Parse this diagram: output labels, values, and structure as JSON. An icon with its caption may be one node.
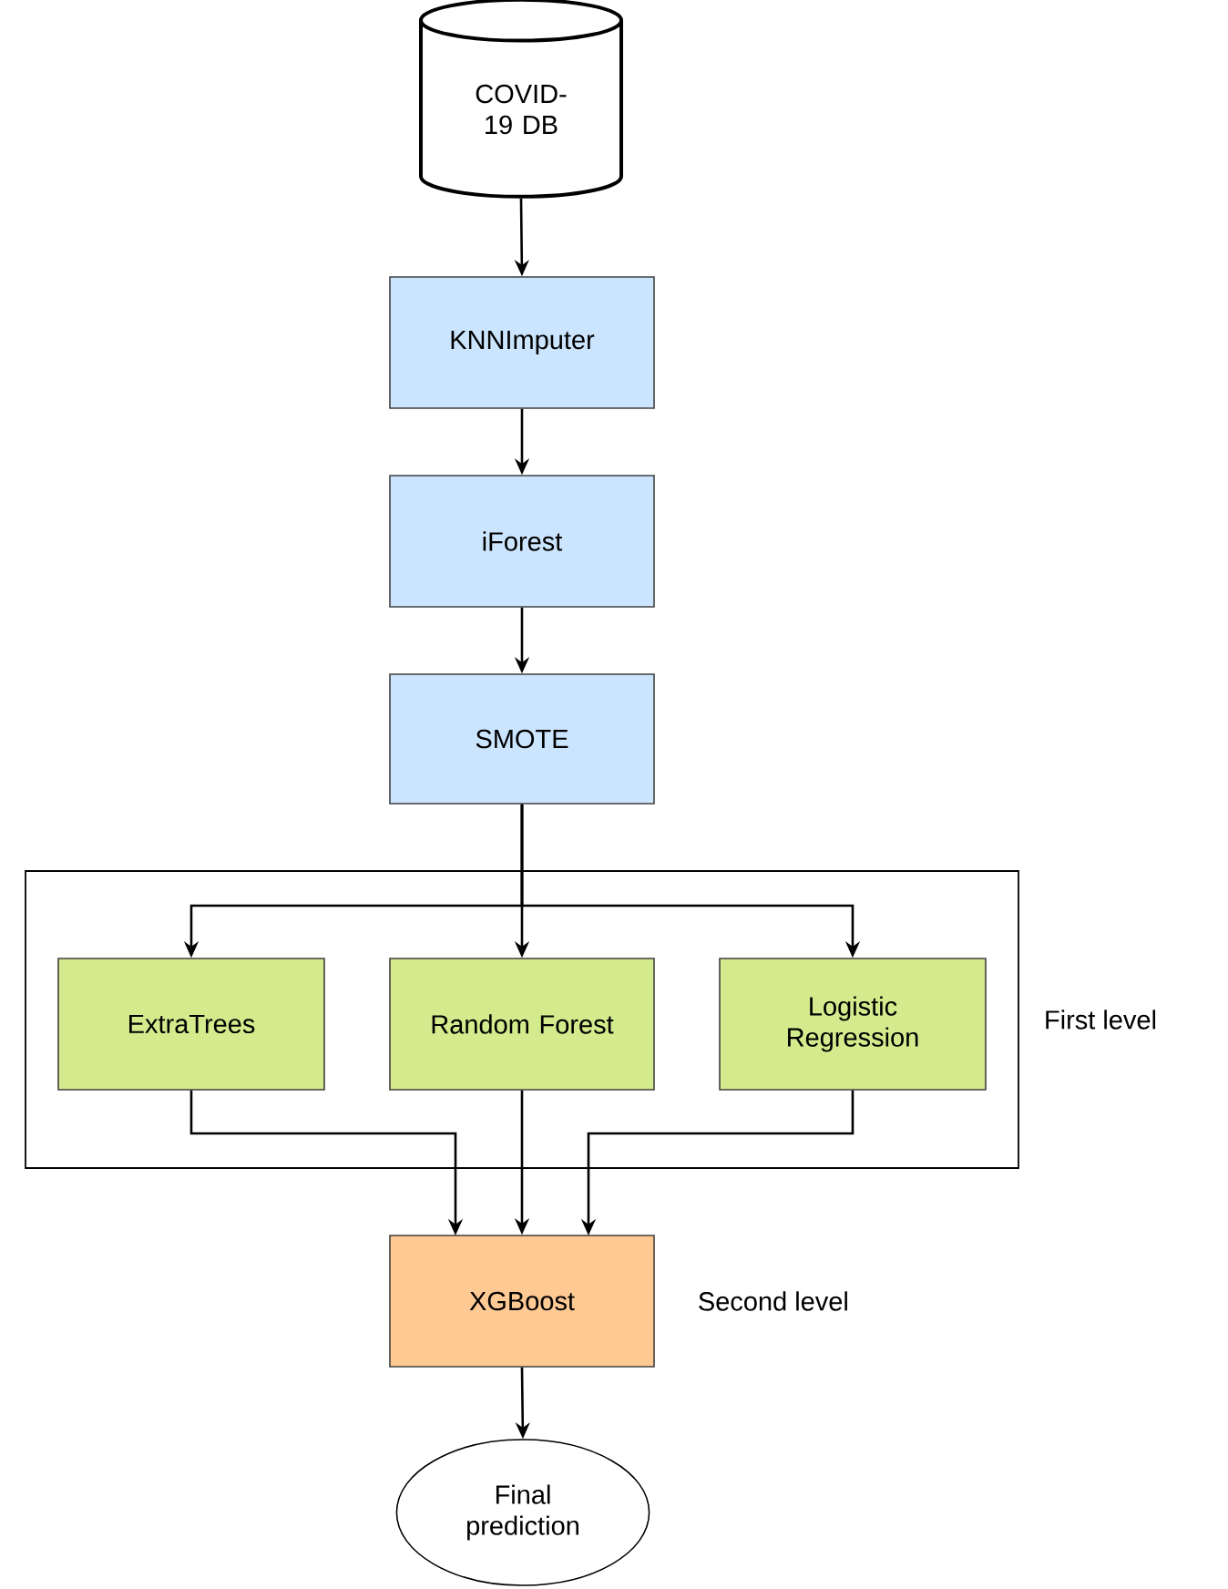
{
  "diagram": {
    "nodes": [
      {
        "text": [
          "COVID-19 DB"
        ]
      },
      {
        "text": [
          "KNNImputer"
        ]
      },
      {
        "text": [
          "iForest"
        ]
      },
      {
        "text": [
          "SMOTE"
        ]
      },
      {
        "text": [
          "First level"
        ]
      },
      {
        "text": [
          "ExtraTrees"
        ],
        "in": 4
      },
      {
        "text": [
          "Random Forest"
        ],
        "in": 4
      },
      {
        "text": [
          "Logistic Regression"
        ],
        "in": 4
      },
      {
        "text": [
          "XGBoost"
        ],
        "beside": [
          "Second level"
        ]
      },
      {
        "text": [
          "Final prediction"
        ]
      }
    ],
    "edges": [
      {
        "from": 0,
        "to": 1,
        "arrow": "to"
      },
      {
        "from": 1,
        "to": 2,
        "arrow": "to"
      },
      {
        "from": 2,
        "to": 3,
        "arrow": "to"
      },
      {
        "from": 3,
        "to": 5,
        "arrow": "to"
      },
      {
        "from": 3,
        "to": 6,
        "arrow": "to"
      },
      {
        "from": 3,
        "to": 7,
        "arrow": "to"
      },
      {
        "from": 5,
        "to": 8,
        "arrow": "to"
      },
      {
        "from": 6,
        "to": 8,
        "arrow": "to"
      },
      {
        "from": 7,
        "to": 8,
        "arrow": "to"
      },
      {
        "from": 8,
        "to": 9,
        "arrow": "to"
      }
    ]
  }
}
